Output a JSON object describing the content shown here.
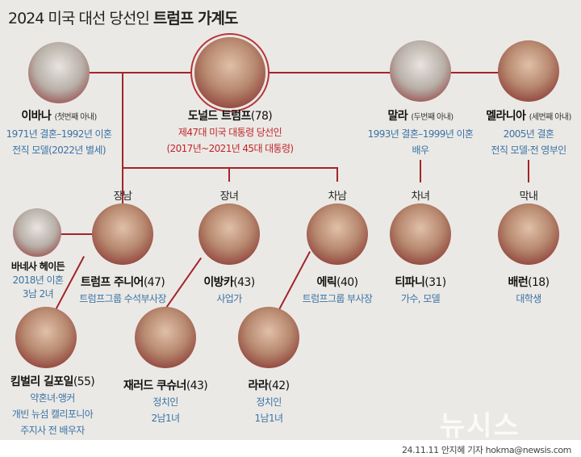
{
  "title": {
    "normal": "2024 미국 대선 당선인",
    "bold": "트럼프 가계도"
  },
  "people": {
    "ivana": {
      "name": "이바나",
      "note": "(첫번째 아내)",
      "l1": "1971년 결혼–1992년 이혼",
      "l2": "전직 모델(2022년 별세)"
    },
    "donald": {
      "name": "도널드 트럼프",
      "age": "(78)",
      "l1": "제47대 미국 대통령 당선인",
      "l2": "(2017년~2021년 45대 대통령)"
    },
    "marla": {
      "name": "말라",
      "note": "(두번째 아내)",
      "l1": "1993년 결혼–1999년 이혼",
      "l2": "배우"
    },
    "melania": {
      "name": "멜라니아",
      "note": "(세번째 아내)",
      "l1": "2005년 결혼",
      "l2": "전직 모델·전 영부인"
    },
    "vanessa": {
      "name": "바네사 헤이든",
      "l1": "2018년 이혼",
      "l2": "3남 2녀"
    },
    "jr": {
      "rel": "장남",
      "name": "트럼프 주니어",
      "age": "(47)",
      "l1": "트럼프그룹 수석부사장"
    },
    "ivanka": {
      "rel": "장녀",
      "name": "이방카",
      "age": "(43)",
      "l1": "사업가"
    },
    "eric": {
      "rel": "차남",
      "name": "에릭",
      "age": "(40)",
      "l1": "트럼프그룹 부사장"
    },
    "tiffany": {
      "rel": "차녀",
      "name": "티파니",
      "age": "(31)",
      "l1": "가수, 모델"
    },
    "barron": {
      "rel": "막내",
      "name": "배런",
      "age": "(18)",
      "l1": "대학생"
    },
    "kimberly": {
      "name": "킴벌리 길포일",
      "age": "(55)",
      "l1": "약혼녀·앵커",
      "l2": "개빈 뉴섬 캘리포니아",
      "l3": "주지사 전 배우자"
    },
    "jared": {
      "name": "재러드 쿠슈너",
      "age": "(43)",
      "l1": "정치인",
      "l2": "2남1녀"
    },
    "lara": {
      "name": "라라",
      "age": "(42)",
      "l1": "정치인",
      "l2": "1남1녀"
    }
  },
  "logo": "뉴시스",
  "credit": "24.11.11 안지혜 기자 hokma@newsis.com"
}
